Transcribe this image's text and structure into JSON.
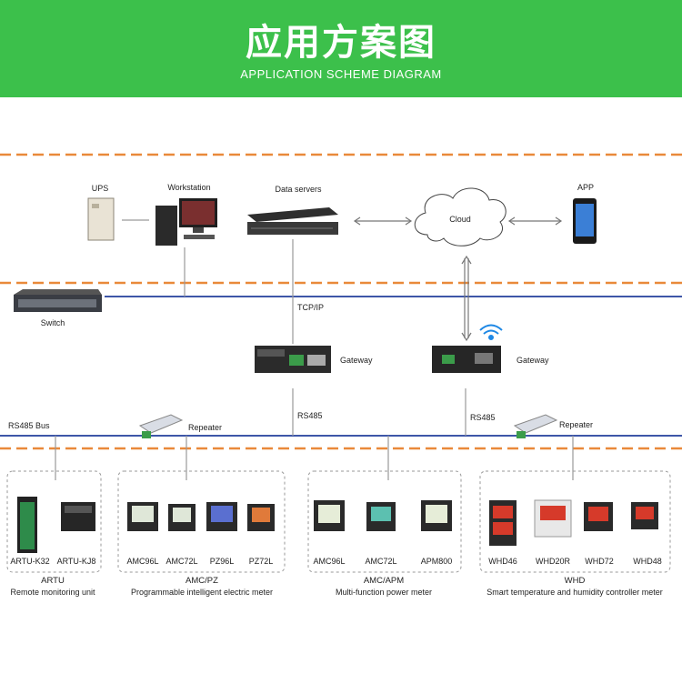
{
  "header": {
    "title": "应用方案图",
    "subtitle": "APPLICATION SCHEME DIAGRAM"
  },
  "colors": {
    "banner": "#3cc04b",
    "dashed": "#e9893a",
    "bus": "#3e56a8",
    "connector": "#9a9a9a"
  },
  "top": {
    "ups": "UPS",
    "workstation": "Workstation",
    "data_servers": "Data servers",
    "cloud": "Cloud",
    "app": "APP"
  },
  "network": {
    "switch": "Switch",
    "tcpip": "TCP/IP",
    "gateway_left": "Gateway",
    "gateway_right": "Gateway",
    "rs485_bus": "RS485 Bus",
    "rs485_left": "RS485",
    "rs485_right": "RS485",
    "repeater_left": "Repeater",
    "repeater_right": "Repeater"
  },
  "groups": [
    {
      "devices": [
        "ARTU-K32",
        "ARTU-KJ8"
      ],
      "title": "ARTU",
      "subtitle": "Remote monitoring unit"
    },
    {
      "devices": [
        "AMC96L",
        "AMC72L",
        "PZ96L",
        "PZ72L"
      ],
      "title": "AMC/PZ",
      "subtitle": "Programmable intelligent electric meter"
    },
    {
      "devices": [
        "AMC96L",
        "AMC72L",
        "APM800"
      ],
      "title": "AMC/APM",
      "subtitle": "Multi-function power meter"
    },
    {
      "devices": [
        "WHD46",
        "WHD20R",
        "WHD72",
        "WHD48"
      ],
      "title": "WHD",
      "subtitle": "Smart temperature and humidity controller meter"
    }
  ]
}
